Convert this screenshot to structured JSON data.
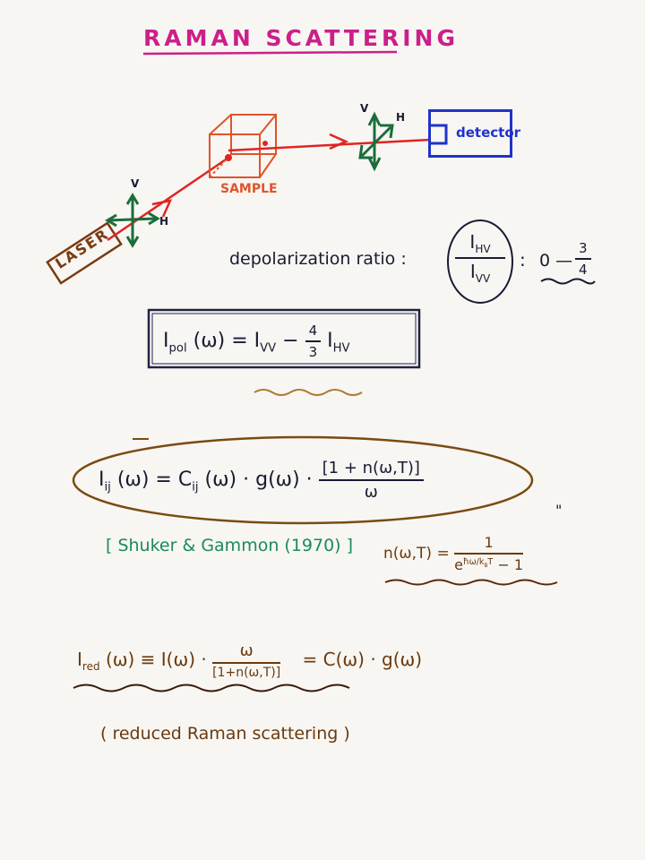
{
  "title": "RAMAN SCATTERING",
  "diagram": {
    "laser_label": "LASER",
    "sample_label": "SAMPLE",
    "detector_label": "detector",
    "pol_v": "V",
    "pol_h": "H"
  },
  "depolarization": {
    "label": "depolarization ratio :",
    "num": "I",
    "num_sub": "HV",
    "den": "I",
    "den_sub": "VV",
    "colon": ":",
    "range_start": "0 —",
    "range_num": "3",
    "range_den": "4"
  },
  "ipol_eq": {
    "lhs": "I",
    "lhs_sub": "pol",
    "lhs_arg": "(ω) = I",
    "vv": "VV",
    "minus": "−",
    "frac_num": "4",
    "frac_den": "3",
    "hv_I": "I",
    "hv": "HV"
  },
  "iij_eq": {
    "lhs": "I",
    "lhs_sub": "ij",
    "mid": "(ω) = C",
    "c_sub": "ij",
    "tail": "(ω) · g(ω) ·",
    "frac_num": "[1 + n(ω,T)]",
    "frac_den": "ω",
    "ditto": "\""
  },
  "reference": "[ Shuker & Gammon (1970) ]",
  "bose": {
    "lhs": "n(ω,T) =",
    "num": "1",
    "den_base": "e",
    "den_exp": "ħω/k",
    "den_exp_sub": "B",
    "den_exp_tail": "T",
    "den_tail": " − 1"
  },
  "ired_eq": {
    "lhs": "I",
    "lhs_sub": "red",
    "mid": "(ω) ≡ I(ω) ·",
    "frac_num": "ω",
    "frac_den": "[1+n(ω,T)]",
    "rhs": "= C(ω) · g(ω)"
  },
  "reduced_note": "( reduced  Raman  scattering )"
}
